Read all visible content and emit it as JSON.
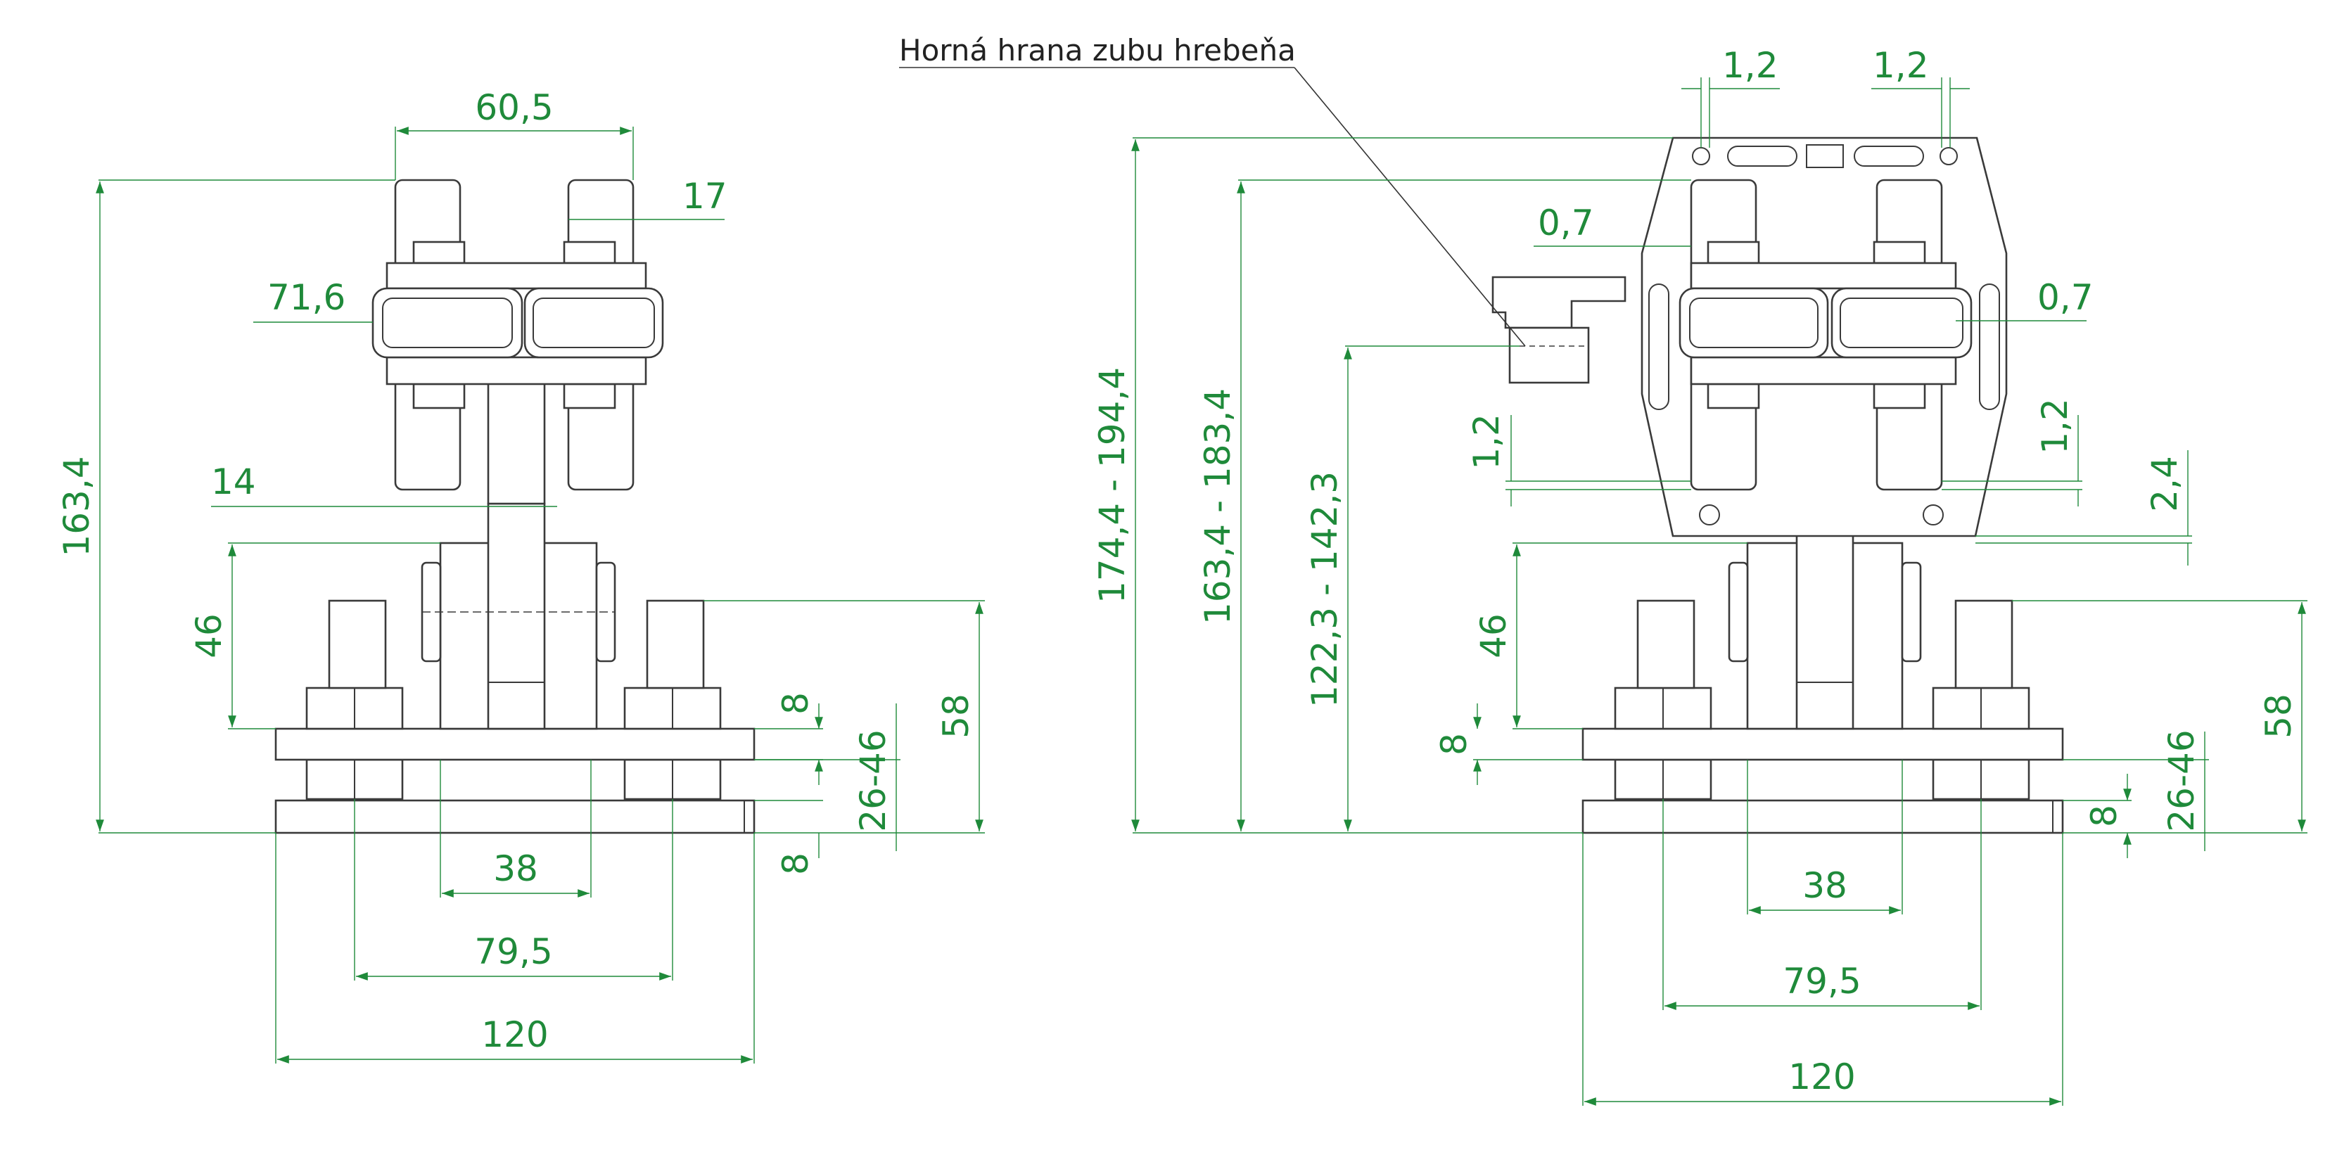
{
  "colors": {
    "dimension": "#1f8a3a",
    "outline": "#3a3a3a",
    "note": "#222222",
    "background": "#ffffff"
  },
  "annotation": {
    "text": "Horná hrana zubu hrebeňa"
  },
  "left_view": {
    "d_top_width": "60,5",
    "d_roller_width": "17",
    "d_wheel_span": "71,6",
    "d_shaft": "14",
    "d_total_height": "163,4",
    "d_upper_height": "46",
    "d_plate_top": "8",
    "d_plate_bottom": "8",
    "d_gap": "26-46",
    "d_stud_height": "58",
    "d_inner_width": "38",
    "d_bolt_span": "79,5",
    "d_base_width": "120"
  },
  "right_view": {
    "d_clear_left": "1,2",
    "d_clear_right": "1,2",
    "d_side_left": "0,7",
    "d_side_right": "0,7",
    "d_height_a": "174,4 - 194,4",
    "d_height_b": "163,4 - 183,4",
    "d_height_c": "122,3 - 142,3",
    "d_gap_left": "1,2",
    "d_gap_right": "1,2",
    "d_frame_offset": "2,4",
    "d_upper_height": "46",
    "d_plate_left": "8",
    "d_plate_right": "8",
    "d_gap": "26-46",
    "d_stud_height": "58",
    "d_inner_width": "38",
    "d_bolt_span": "79,5",
    "d_base_width": "120"
  }
}
